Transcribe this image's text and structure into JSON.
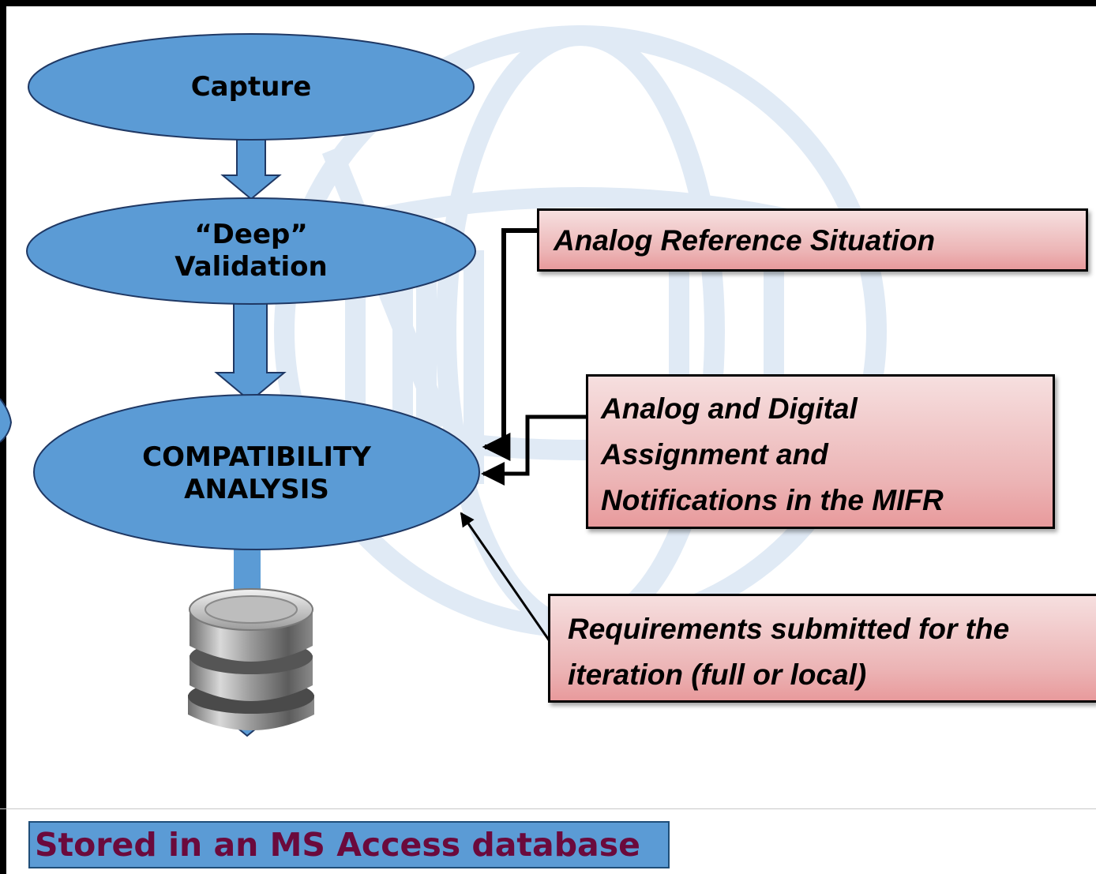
{
  "nodes": {
    "capture": {
      "label": "Capture"
    },
    "deep_validation": {
      "line1": "“Deep”",
      "line2": "Validation"
    },
    "compatibility": {
      "line1": "COMPATIBILITY",
      "line2": "ANALYSIS"
    }
  },
  "inputs": {
    "reference": {
      "text": "Analog Reference Situation"
    },
    "assignments": {
      "line1": "Analog and Digital",
      "line2": "Assignment and",
      "line3": "Notifications in the MIFR"
    },
    "requirements": {
      "line1": "Requirements submitted for the",
      "line2": "iteration (full or local)"
    }
  },
  "output": {
    "label": "Stored in an MS Access database"
  },
  "colors": {
    "node_fill": "#5b9bd5",
    "node_stroke": "#1f3864",
    "input_fill_top": "#f6dfdf",
    "input_fill_bottom": "#e89a9c",
    "output_text": "#6b0a3c",
    "watermark": "#dfe9f5"
  },
  "icons": {
    "database": "database-cylinder-icon",
    "watermark": "globe-logo-watermark"
  }
}
